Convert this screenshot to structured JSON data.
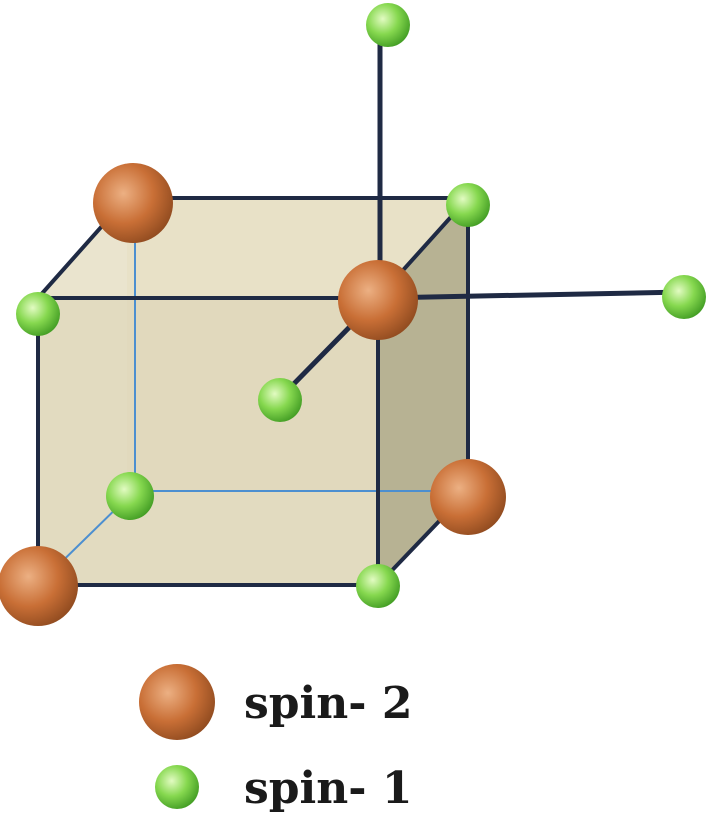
{
  "legend": {
    "items": [
      {
        "label": "spin- 2",
        "atom": "spin-2"
      },
      {
        "label": "spin- 1",
        "atom": "spin-1"
      }
    ]
  },
  "colors": {
    "spin2_atom": "#c46a30",
    "spin2_highlight": "#e8a87a",
    "spin1_atom": "#6fcb3a",
    "spin1_highlight": "#d8f7b0",
    "cube_front_face": "#e2dabe",
    "cube_side_face": "#b5b091",
    "cube_edge": "#1f2a44",
    "hidden_edge": "#4c8fd0"
  }
}
